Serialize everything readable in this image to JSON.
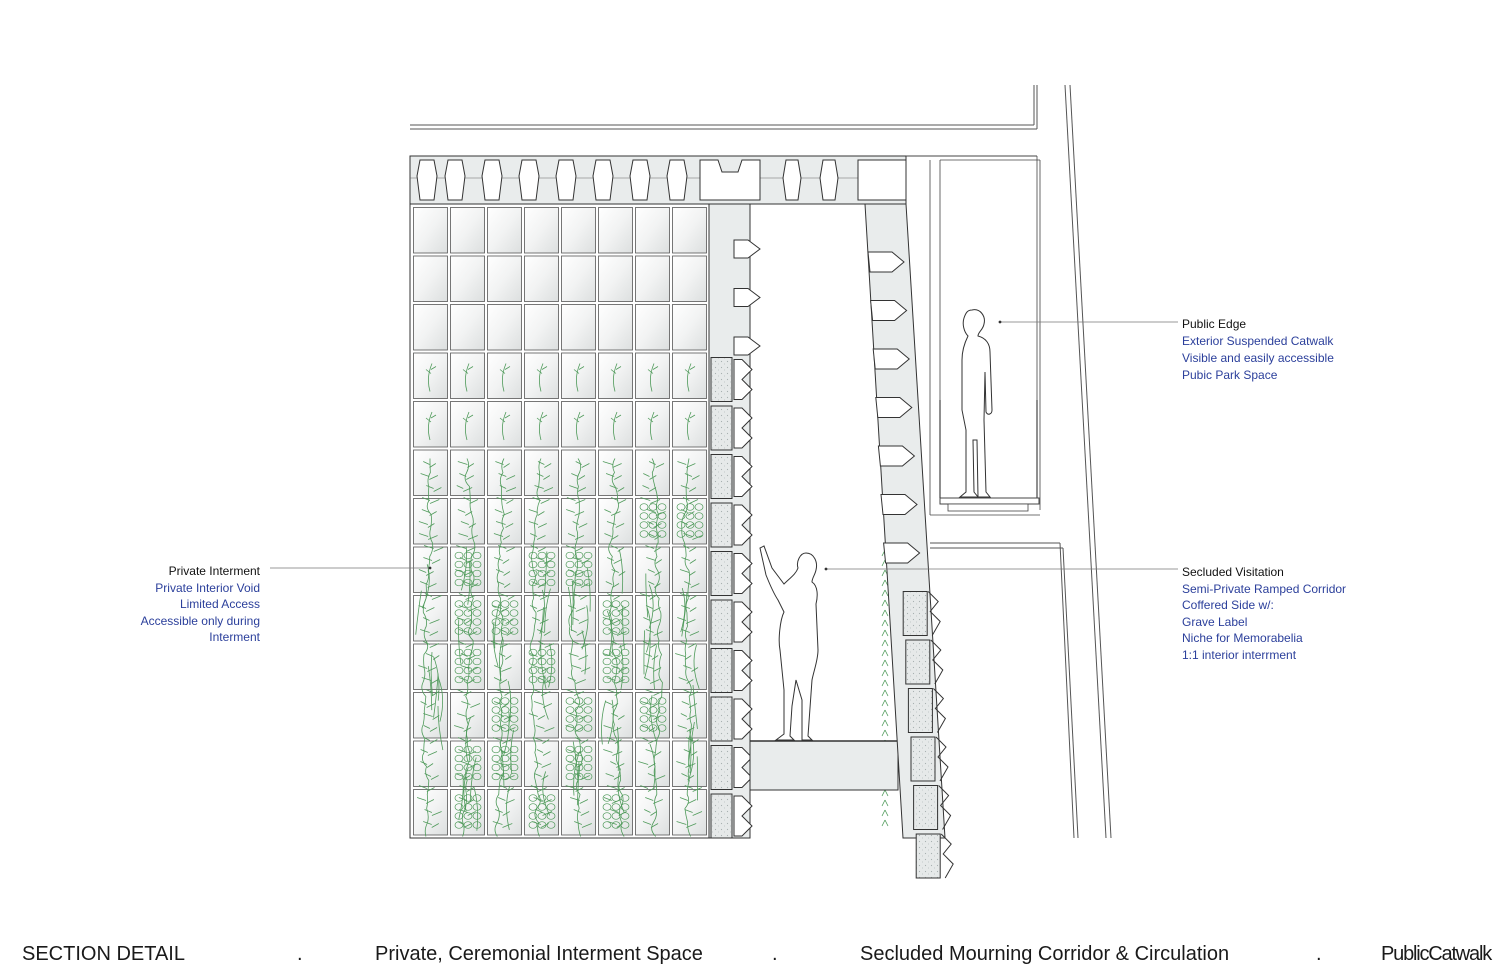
{
  "annotations": {
    "public_edge": {
      "title": "Public Edge",
      "lines": [
        "Exterior Suspended Catwalk",
        "Visible and easily accessible",
        "Pubic Park Space"
      ]
    },
    "private_interment": {
      "title": "Private Interment",
      "lines": [
        "Private Interior Void",
        "Limited Access",
        "Accessible only during",
        "Interment"
      ]
    },
    "secluded_visitation": {
      "title": "Secluded Visitation",
      "lines": [
        "Semi-Private Ramped Corridor",
        "Coffered Side w/:",
        "Grave Label",
        "Niche for Memorabelia",
        "1:1 interior interrment"
      ]
    }
  },
  "footer": {
    "items": [
      "SECTION DETAIL",
      "Private, Ceremonial Interment Space",
      "Secluded Mourning Corridor & Circulation",
      "PublicCatwalk"
    ],
    "separator": "."
  },
  "colors": {
    "line": "#333333",
    "wall_fill": "#e9ecec",
    "glass_fill": "#f3f4f4",
    "plant": "#4f9a5a",
    "label_blue": "#2b3f9b"
  }
}
